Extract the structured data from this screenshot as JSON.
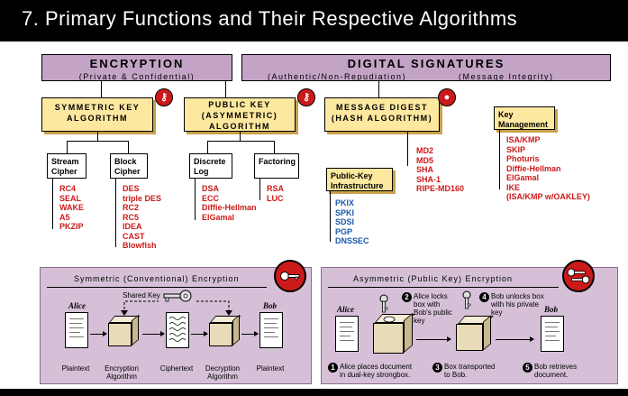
{
  "title": "7. Primary Functions and Their Respective Algorithms",
  "colors": {
    "header_bg": "#000000",
    "main_box": "#c4a4c6",
    "category_box": "#fde8a0",
    "list_red": "#cc1a1a",
    "list_blue": "#1b58a8",
    "panel_bg": "#d6c0d8",
    "badge_red": "#cc1a1a"
  },
  "encryption": {
    "title": "ENCRYPTION",
    "subtitle": "(Private & Confidential)",
    "symmetric": {
      "title_line1": "SYMMETRIC KEY",
      "title_line2": "ALGORITHM",
      "stream": {
        "label_line1": "Stream",
        "label_line2": "Cipher",
        "items": [
          "RC4",
          "SEAL",
          "WAKE",
          "A5",
          "PKZIP"
        ]
      },
      "block": {
        "label_line1": "Block",
        "label_line2": "Cipher",
        "items": [
          "DES",
          "triple DES",
          "RC2",
          "RC5",
          "IDEA",
          "CAST",
          "Blowfish"
        ]
      }
    },
    "public_key": {
      "title_line1": "PUBLIC KEY",
      "title_line2": "(ASYMMETRIC)",
      "title_line3": "ALGORITHM",
      "discrete_log": {
        "label_line1": "Discrete",
        "label_line2": "Log",
        "items": [
          "DSA",
          "ECC",
          "Diffie-Hellman",
          "ElGamal"
        ]
      },
      "factoring": {
        "label": "Factoring",
        "items": [
          "RSA",
          "LUC"
        ]
      }
    }
  },
  "digital_signatures": {
    "title": "DIGITAL SIGNATURES",
    "subtitle_left": "(Authentic/Non-Repudiation)",
    "subtitle_right": "(Message Integrity)",
    "message_digest": {
      "title_line1": "MESSAGE DIGEST",
      "title_line2": "(HASH ALGORITHM)",
      "items": [
        "MD2",
        "MD5",
        "SHA",
        "SHA-1",
        "RIPE-MD160"
      ]
    },
    "pki": {
      "label_line1": "Public-Key",
      "label_line2": "Infrastructure",
      "items": [
        "PKIX",
        "SPKI",
        "SDSI",
        "PGP",
        "DNSSEC"
      ]
    }
  },
  "key_management": {
    "label_line1": "Key",
    "label_line2": "Management",
    "items": [
      "ISA/KMP",
      "SKIP",
      "Photuris",
      "Diffie-Hellman",
      "ElGamal",
      "IKE",
      "(ISA/KMP w/OAKLEY)"
    ]
  },
  "symmetric_panel": {
    "title": "Symmetric (Conventional) Encryption",
    "shared_key": "Shared Key",
    "alice": "Alice",
    "bob": "Bob",
    "steps": [
      {
        "line1": "Plaintext",
        "line2": ""
      },
      {
        "line1": "Encryption",
        "line2": "Algorithm"
      },
      {
        "line1": "Ciphertext",
        "line2": ""
      },
      {
        "line1": "Decryption",
        "line2": "Algorithm"
      },
      {
        "line1": "Plaintext",
        "line2": ""
      }
    ]
  },
  "asymmetric_panel": {
    "title": "Asymmetric (Public Key) Encryption",
    "alice": "Alice",
    "bob": "Bob",
    "steps": [
      {
        "num": "1",
        "line1": "Alice places document",
        "line2": "in dual-key strongbox."
      },
      {
        "num": "2",
        "line1": "Alice locks",
        "line2": "box with",
        "line3": "Bob's public",
        "line4": "key"
      },
      {
        "num": "3",
        "line1": "Box transported",
        "line2": "to Bob."
      },
      {
        "num": "4",
        "line1": "Bob unlocks box",
        "line2": "with his private",
        "line3": "key"
      },
      {
        "num": "5",
        "line1": "Bob retrieves",
        "line2": "document."
      }
    ]
  }
}
